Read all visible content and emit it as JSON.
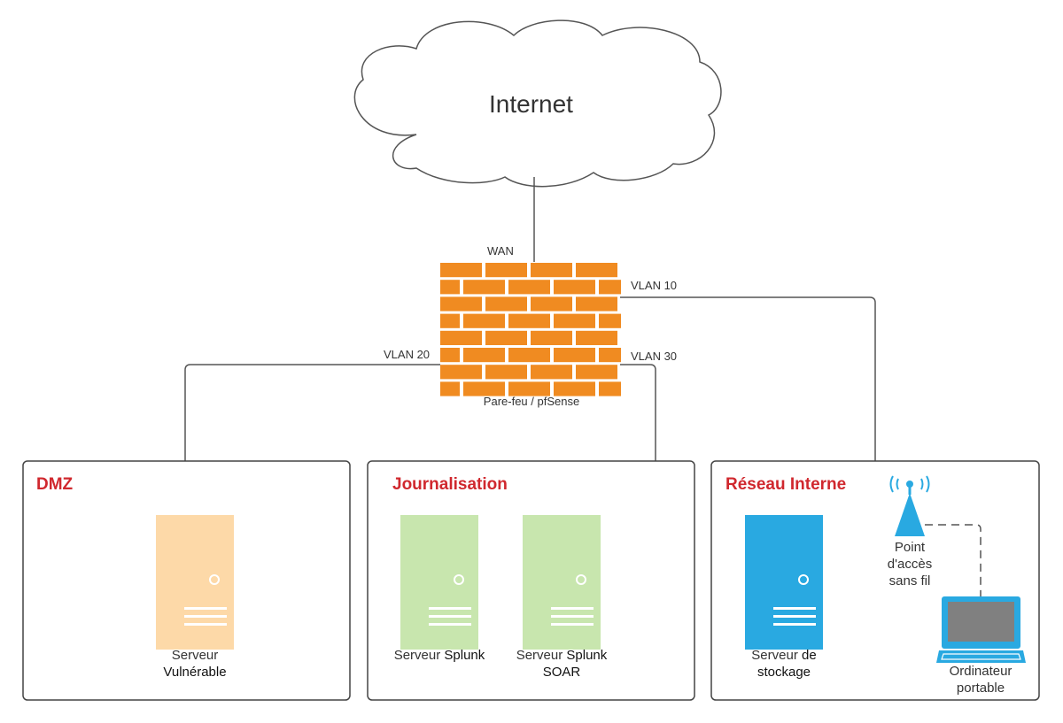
{
  "cloud": {
    "label": "Internet"
  },
  "firewall": {
    "label": "Pare-feu / pfSense",
    "ports": {
      "wan": "WAN",
      "vlan10": "VLAN 10",
      "vlan20": "VLAN 20",
      "vlan30": "VLAN 30"
    }
  },
  "zones": {
    "dmz": {
      "title": "DMZ",
      "servers": [
        {
          "line1": "Serveur",
          "line2": "Vulnérable",
          "color": "#FDD9A8"
        }
      ]
    },
    "logging": {
      "title": "Journalisation",
      "servers": [
        {
          "line1a": "Serveur ",
          "line1b": "Splunk",
          "color": "#C8E6AE"
        },
        {
          "line1a": "Serveur ",
          "line1b": "Splunk",
          "line2": "SOAR",
          "color": "#C8E6AE"
        }
      ]
    },
    "internal": {
      "title": "Réseau Interne",
      "server": {
        "line1a": "Serveur ",
        "line1b": "de",
        "line2": "stockage",
        "color": "#29A9E1"
      },
      "access_point": {
        "line1": "Point",
        "line2": "d'accès",
        "line3": "sans fil"
      },
      "laptop": {
        "line1": "Ordinateur",
        "line2": "portable"
      }
    }
  },
  "colors": {
    "zone_title": "#D0282E",
    "firewall_brick": "#F08B21",
    "link": "#555555",
    "box_border": "#444444",
    "wireless": "#29A9E1"
  }
}
